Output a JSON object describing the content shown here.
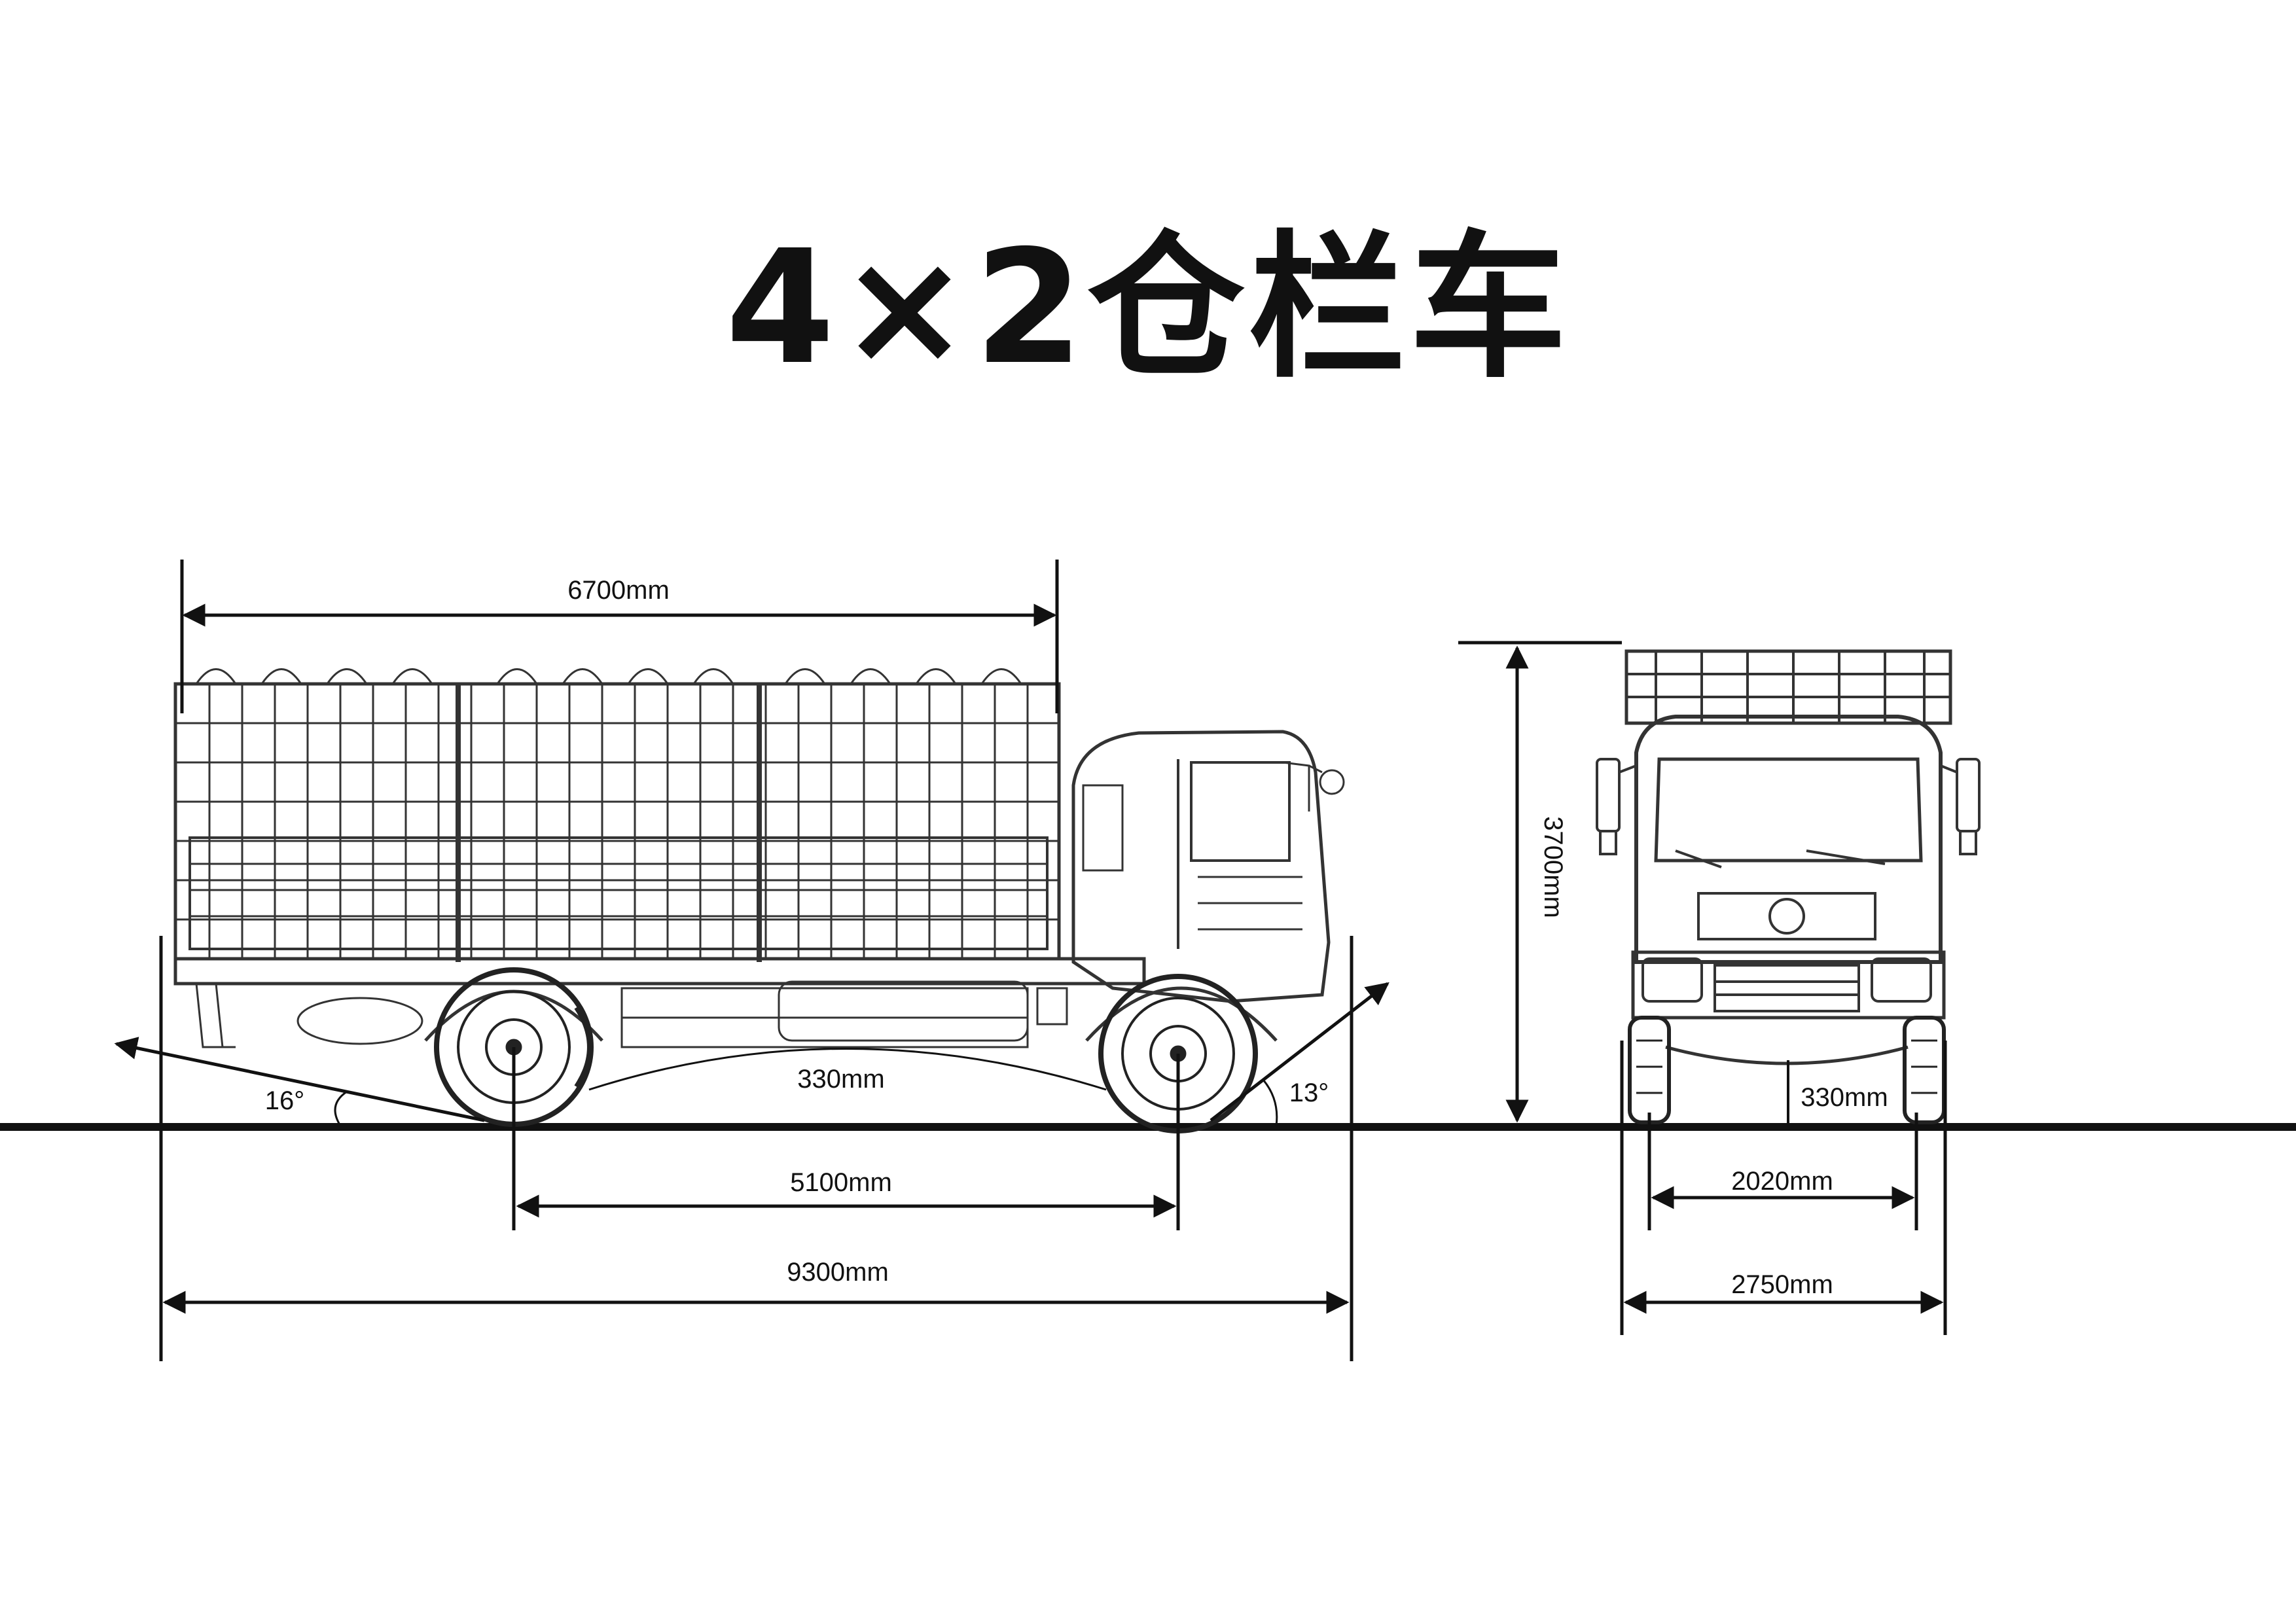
{
  "title": "4×2仓栏车",
  "side_view": {
    "cargo_length": "6700mm",
    "ground_clearance": "330mm",
    "wheelbase": "5100mm",
    "overall_length": "9300mm",
    "departure_angle": "16°",
    "approach_angle": "13°"
  },
  "front_view": {
    "overall_height": "3700mm",
    "ground_clearance": "330mm",
    "track_width": "2020mm",
    "overall_width": "2750mm"
  }
}
